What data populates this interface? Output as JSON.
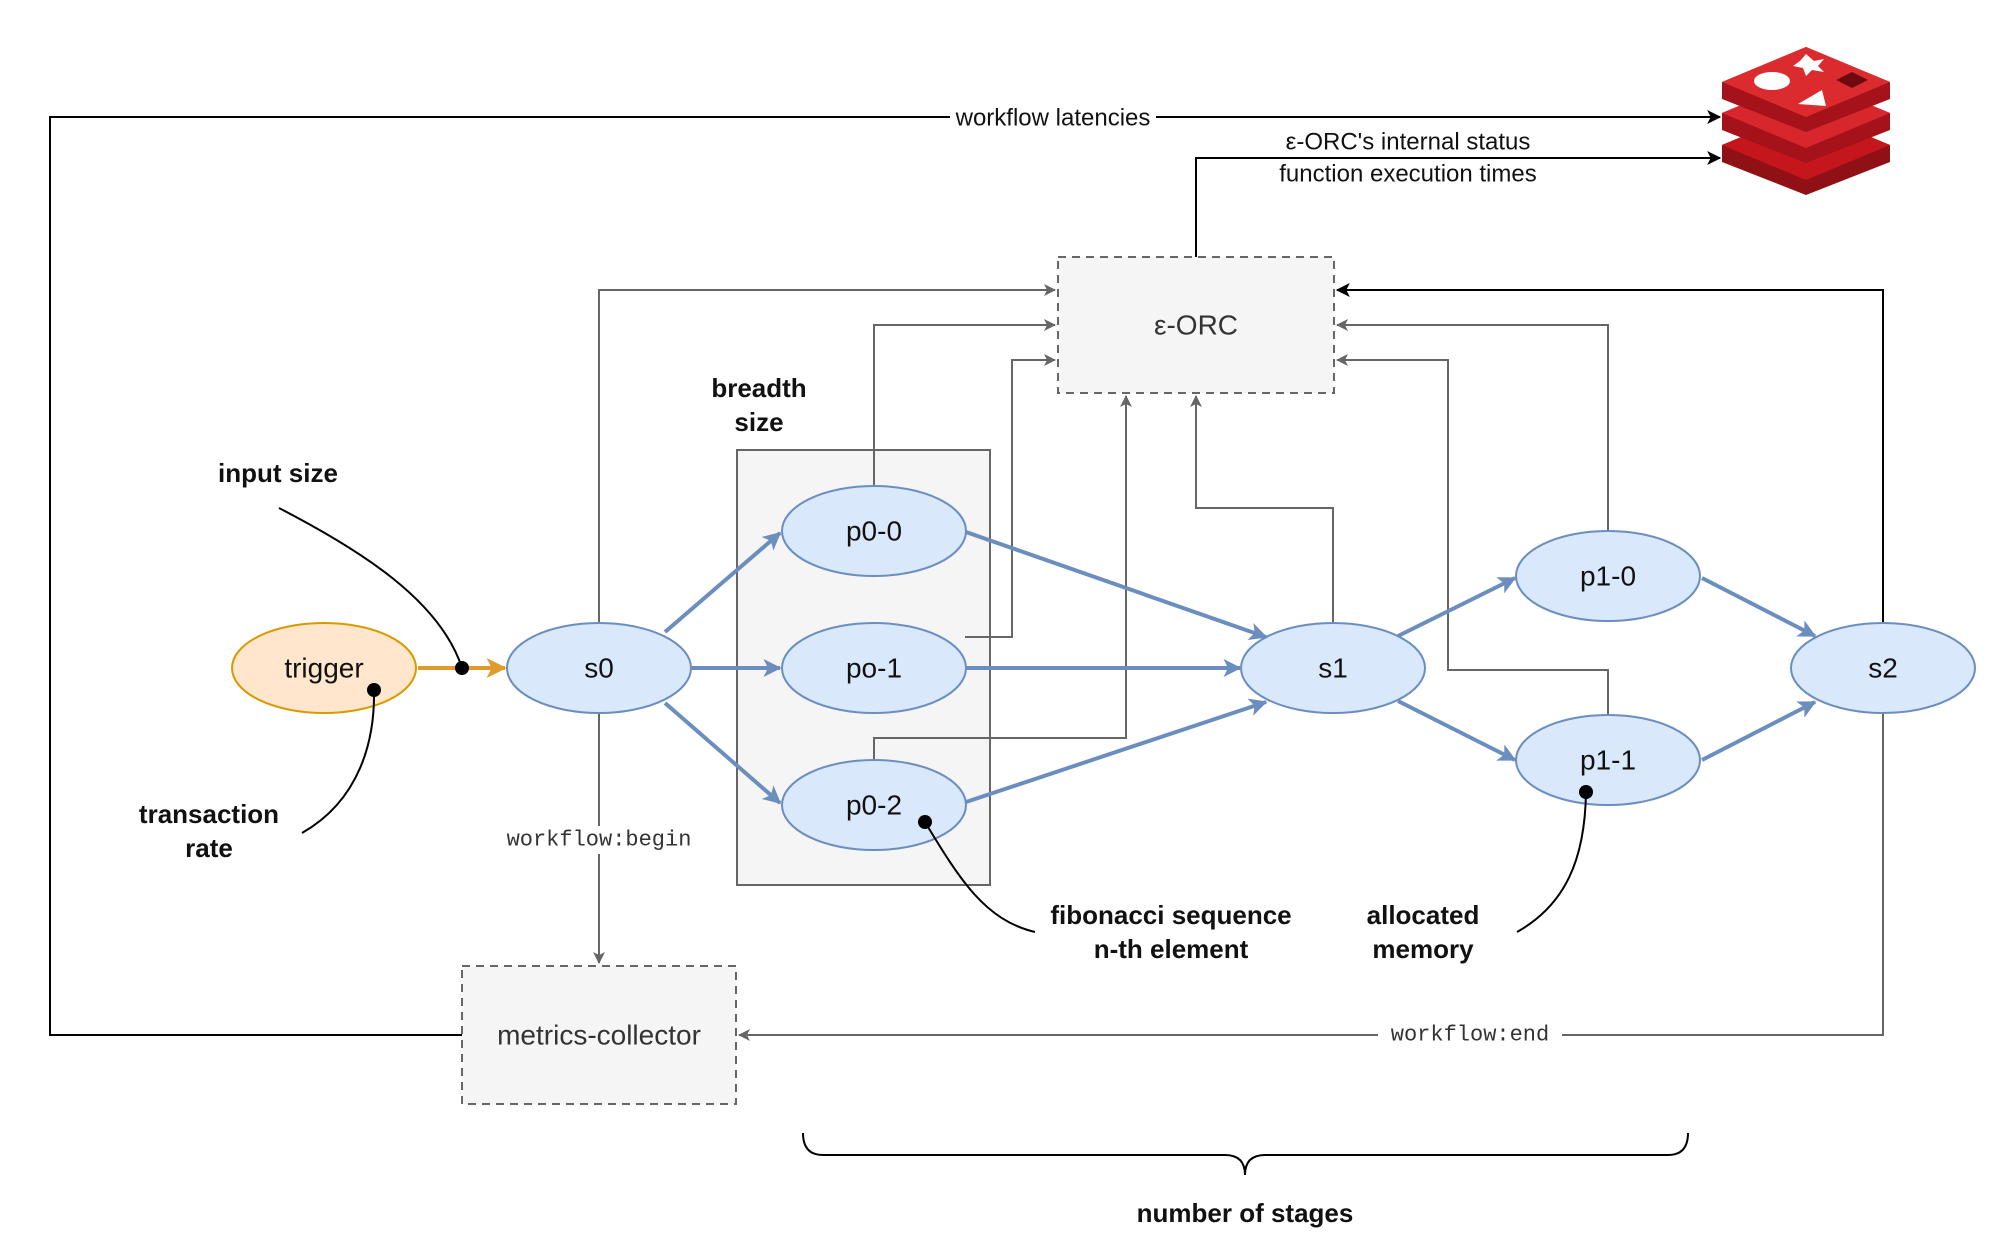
{
  "nodes": {
    "trigger": "trigger",
    "s0": "s0",
    "p0_0": "p0-0",
    "p0_1": "po-1",
    "p0_2": "p0-2",
    "s1": "s1",
    "p1_0": "p1-0",
    "p1_1": "p1-1",
    "s2": "s2",
    "orc": "ε-ORC",
    "metrics_collector": "metrics-collector"
  },
  "edge_labels": {
    "workflow_latencies": "workflow latencies",
    "orc_status_line1": "ε-ORC's internal status",
    "orc_status_line2": "function execution times",
    "workflow_begin": "workflow:begin",
    "workflow_end": "workflow:end"
  },
  "annotations": {
    "input_size": "input size",
    "transaction_rate_line1": "transaction",
    "transaction_rate_line2": "rate",
    "breadth_size_line1": "breadth",
    "breadth_size_line2": "size",
    "fibonacci_line1": "fibonacci sequence",
    "fibonacci_line2": "n-th element",
    "allocated_memory_line1": "allocated",
    "allocated_memory_line2": "memory",
    "number_of_stages": "number of stages"
  },
  "icons": {
    "database": "redis-database-icon"
  },
  "colors": {
    "node_fill": "#dae8fc",
    "node_stroke": "#6c8ebf",
    "flow_edge": "#6c8ebf",
    "trigger_fill": "#ffe6cc",
    "trigger_stroke": "#d79b00",
    "trigger_edge": "#e09b2a",
    "box_fill": "#f5f5f5",
    "box_stroke": "#666666",
    "connector": "#666666",
    "redis_red": "#c4161c"
  }
}
